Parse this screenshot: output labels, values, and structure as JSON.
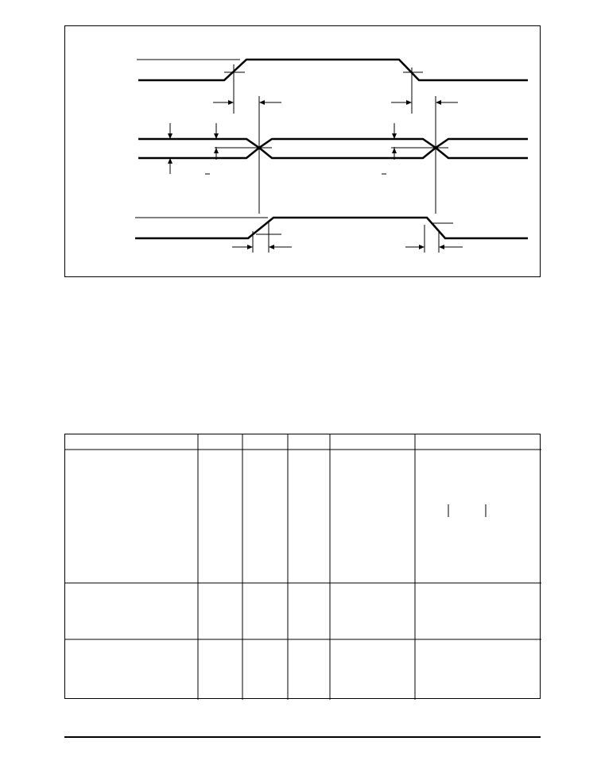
{
  "document": {
    "waveform_traces": [
      "top-trace",
      "middle-differential-trace",
      "bottom-trace"
    ],
    "colors": {
      "ink": "#000000",
      "paper": "#ffffff"
    }
  }
}
